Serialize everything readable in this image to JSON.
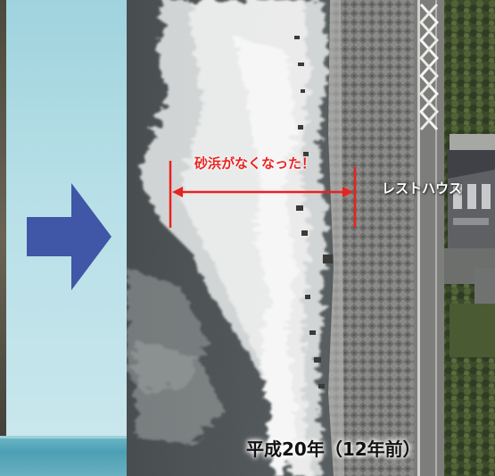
{
  "annotations": {
    "sand_gone": "砂浜がなくなった！",
    "rest_house": "レストハウス"
  },
  "caption": "平成20年（12年前）",
  "icons": {
    "transition_arrow": "right-arrow-icon"
  },
  "colors": {
    "arrow": "#3f57a6",
    "annotation_red": "#e8231f",
    "caption_text": "#111111"
  }
}
